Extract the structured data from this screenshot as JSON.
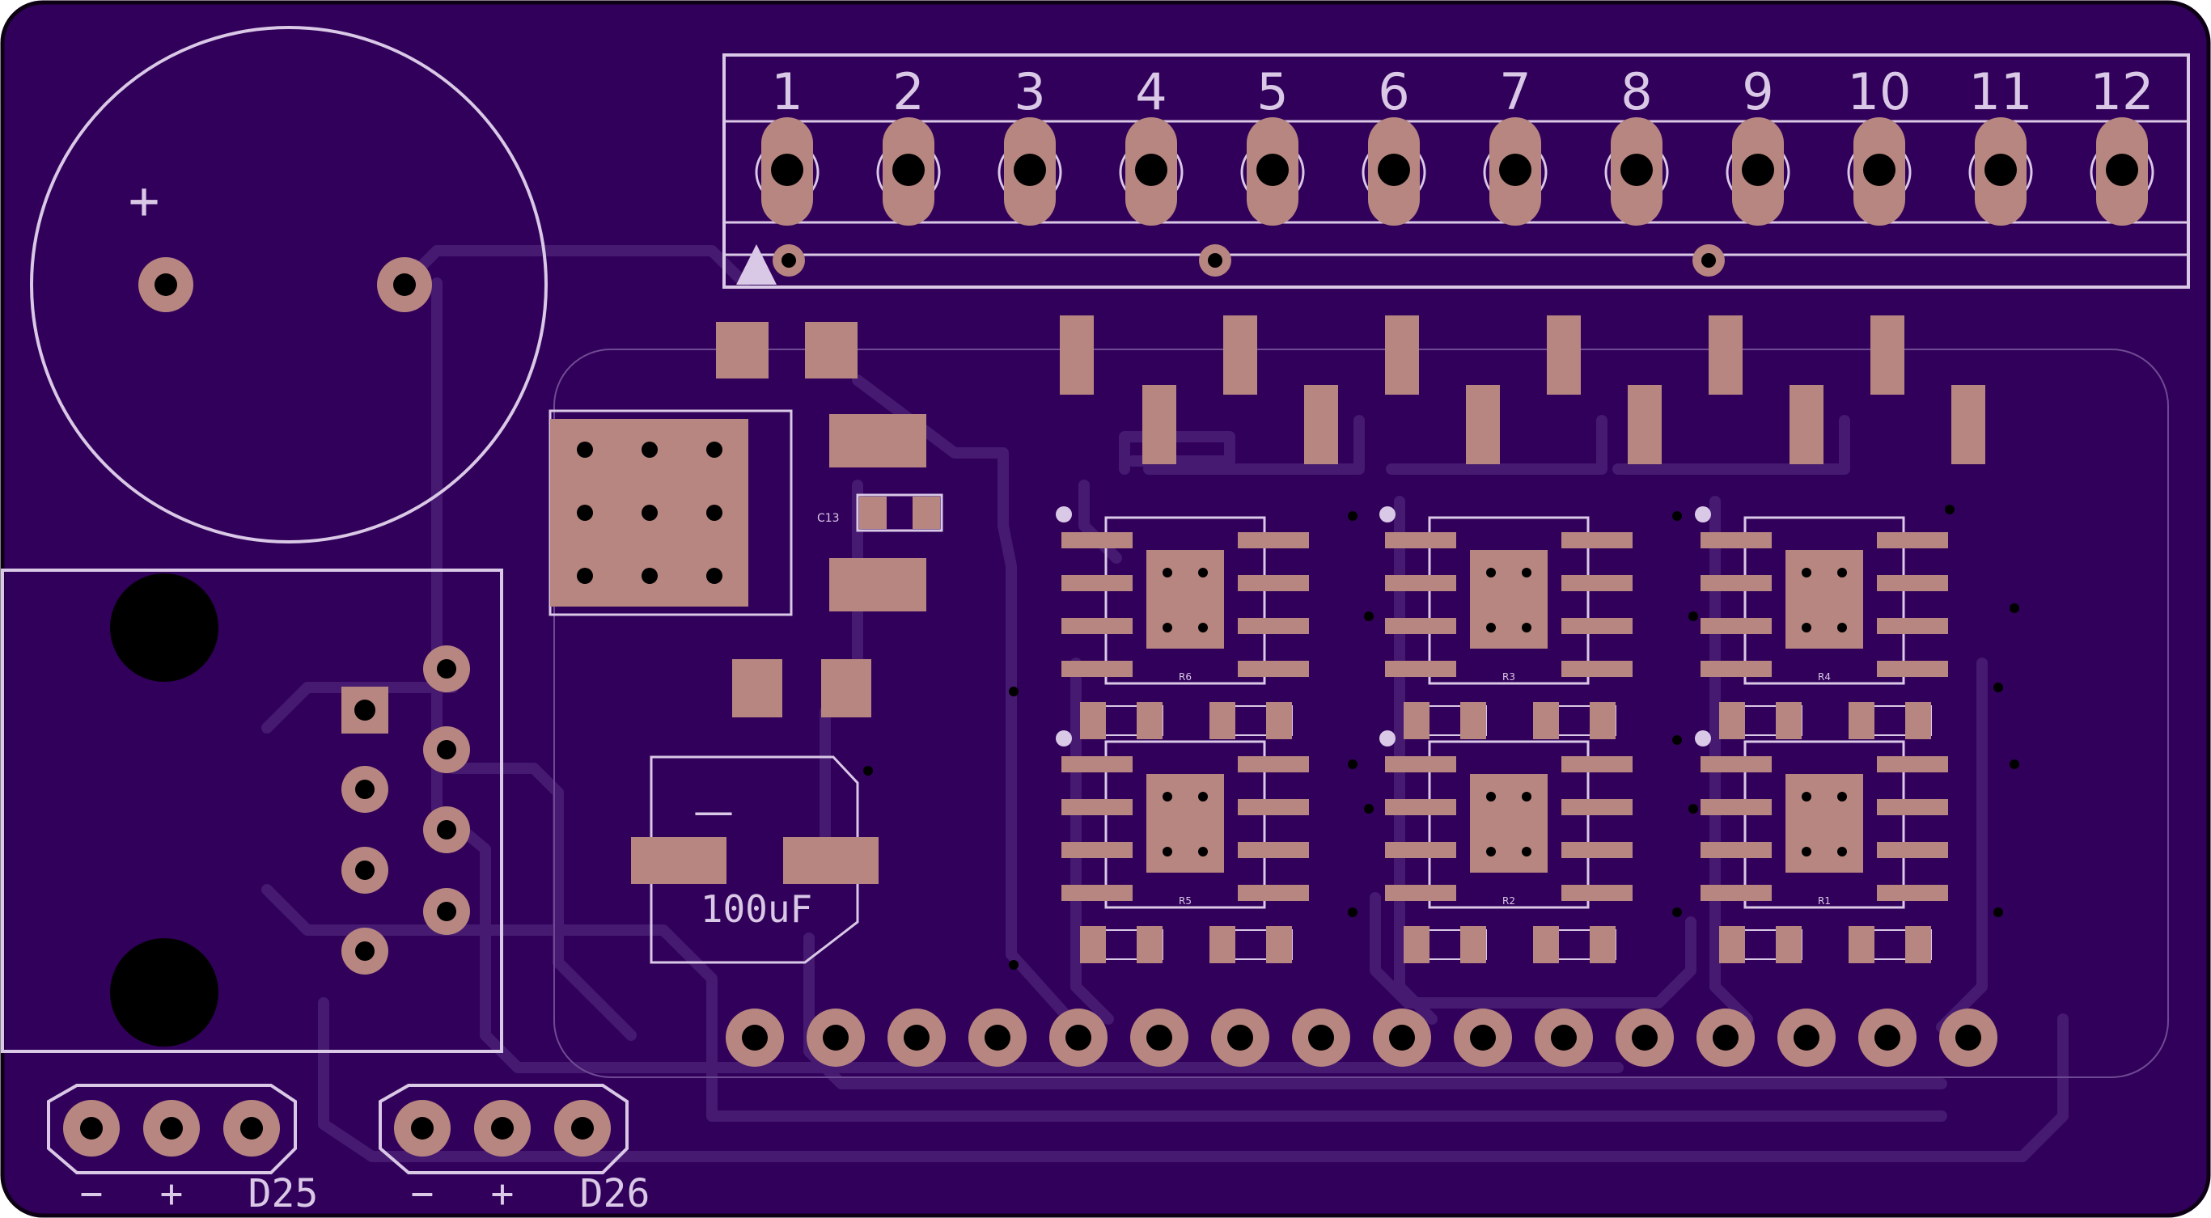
{
  "colors": {
    "board": "#31005a",
    "outline": "#0d0014",
    "trace": "#451a70",
    "silk": "#d9c8e6",
    "pad": "#b78680",
    "drill": "#000000",
    "via": "#000000"
  },
  "terminal_block": {
    "pin_labels": [
      "1",
      "2",
      "3",
      "4",
      "5",
      "6",
      "7",
      "8",
      "9",
      "10",
      "11",
      "12"
    ]
  },
  "capacitor_big": {
    "polarity": "+"
  },
  "component_labels": {
    "c13": "C13",
    "cap_value": "100uF",
    "cap_polarity": "—",
    "drivers": [
      "R6",
      "R3",
      "R4",
      "R5",
      "R2",
      "R1"
    ]
  },
  "header_left": {
    "labels": [
      "−",
      "+",
      "D25"
    ]
  },
  "header_right": {
    "labels": [
      "−",
      "+",
      "D26"
    ]
  }
}
